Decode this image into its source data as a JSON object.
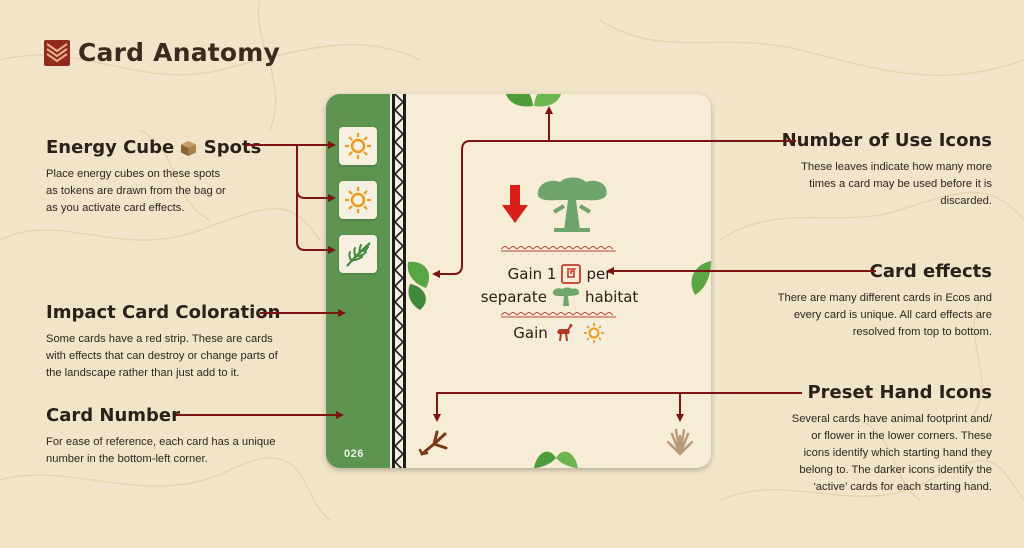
{
  "header": {
    "title": "Card Anatomy",
    "logo_icon": "ecos-logo-icon"
  },
  "colors": {
    "arrow": "#7d1414",
    "strip": "#5d9450",
    "card_bg": "#f7ecd6",
    "page_bg": "#f1e4c8"
  },
  "labels": {
    "energy": {
      "title_pre": "Energy Cube",
      "title_post": "Spots",
      "icon": "energy-cube-icon",
      "desc": [
        "Place energy cubes on these spots",
        "as tokens are drawn from the bag or",
        "as you activate card effects."
      ]
    },
    "impact": {
      "title": "Impact Card Coloration",
      "desc": [
        "Some cards have a red strip. These are cards",
        "with effects that can destroy or change parts of",
        "the landscape rather than just add to it."
      ]
    },
    "number": {
      "title": "Card Number",
      "desc": [
        "For ease of reference, each card has a unique",
        "number in the bottom-left corner."
      ]
    },
    "use": {
      "title": "Number of Use Icons",
      "desc": [
        "These leaves indicate how many more",
        "times a card may be used before it is",
        "discarded."
      ]
    },
    "effects": {
      "title": "Card effects",
      "desc": [
        "There are many different cards in Ecos and",
        "every card is unique. All card effects are",
        "resolved from top to bottom."
      ]
    },
    "preset": {
      "title": "Preset Hand Icons",
      "desc": [
        "Several cards have animal footprint and/",
        "or flower in the lower corners. These",
        "icons identify which starting hand they",
        "belong to. The darker icons identify the",
        "‘active’ cards for each starting hand."
      ]
    }
  },
  "card": {
    "number": "026",
    "spots": [
      "sun-icon",
      "sun-icon",
      "grass-icon"
    ],
    "effect_line1_pre": "Gain 1",
    "effect_line1_post": "per",
    "effect_line2_pre": "separate",
    "effect_line2_post": "habitat",
    "effect_line3": "Gain",
    "icons": [
      "red-down-arrow-icon",
      "tree-icon",
      "spiral-icon",
      "tree-icon",
      "antelope-icon",
      "sun-icon",
      "leaf-icon",
      "footprint-icon",
      "flower-icon"
    ]
  }
}
